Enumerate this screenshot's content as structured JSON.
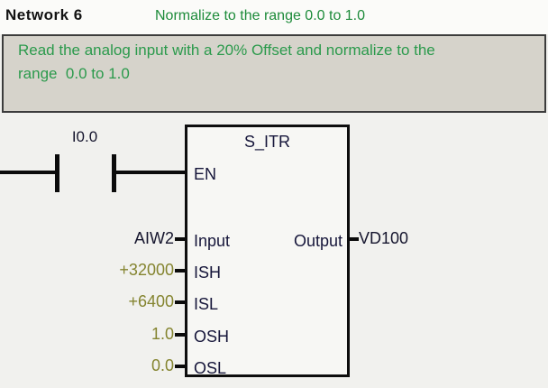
{
  "network": {
    "label": "Network 6",
    "title": "Normalize to the range 0.0 to 1.0"
  },
  "comment": {
    "line1": "Read the analog input with a 20% Offset and normalize to the",
    "line2": "range  0.0 to 1.0"
  },
  "ladder": {
    "contact": {
      "operand": "I0.0",
      "type": "normally-open-contact"
    },
    "block": {
      "title": "S_ITR",
      "enable_pin": "EN",
      "input_pins": [
        {
          "name": "Input",
          "operand": "AIW2"
        },
        {
          "name": "ISH",
          "operand": "+32000"
        },
        {
          "name": "ISL",
          "operand": "+6400"
        },
        {
          "name": "OSH",
          "operand": "1.0"
        },
        {
          "name": "OSL",
          "operand": "0.0"
        }
      ],
      "output_pin": {
        "name": "Output",
        "operand": "VD100"
      }
    }
  },
  "colors": {
    "network_title_green": "#1d8b3a",
    "comment_text_green": "#2b9a4c",
    "comment_background": "#d6d3cb",
    "constant_operand_olive": "#84842f",
    "symbol_text_navy": "#16163a",
    "wire_black": "#0b0b0b"
  }
}
